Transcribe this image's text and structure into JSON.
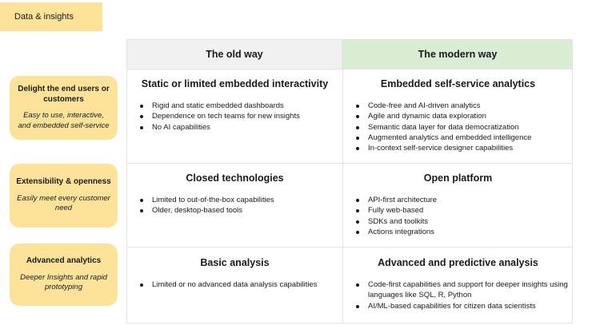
{
  "tag": "Data & insights",
  "columns": {
    "old": "The old way",
    "new": "The modern way"
  },
  "rows": [
    {
      "pill": {
        "title": "Delight the end users or customers",
        "subtitle": "Easy to use, interactive, and embedded self-service"
      },
      "old": {
        "title": "Static or limited embedded interactivity",
        "items": [
          "Rigid and static embedded dashboards",
          "Dependence on tech teams for new insights",
          "No AI capabilities"
        ]
      },
      "new": {
        "title": "Embedded self-service analytics",
        "items": [
          "Code-free and AI-driven analytics",
          "Agile and dynamic data exploration",
          "Semantic data layer for data democratization",
          "Augmented analytics and embedded intelligence",
          "In-context self-service designer capabilities"
        ]
      }
    },
    {
      "pill": {
        "title": "Extensibility & openness",
        "subtitle": "Easily meet every customer need"
      },
      "old": {
        "title": "Closed technologies",
        "items": [
          "Limited to out-of-the-box capabilities",
          "Older, desktop-based tools"
        ]
      },
      "new": {
        "title": "Open platform",
        "items": [
          "API-first architecture",
          "Fully web-based",
          "SDKs and toolkits",
          "Actions integrations"
        ]
      }
    },
    {
      "pill": {
        "title": "Advanced analytics",
        "subtitle": "Deeper Insights and rapid prototyping"
      },
      "old": {
        "title": "Basic analysis",
        "items": [
          "Limited or no advanced data analysis capabilities"
        ]
      },
      "new": {
        "title": "Advanced and predictive analysis",
        "items": [
          "Code-first capabilities and support for deeper insights using languages like SQL, R, Python",
          "AI/ML-based capabilities for citizen data scientists"
        ]
      }
    }
  ]
}
